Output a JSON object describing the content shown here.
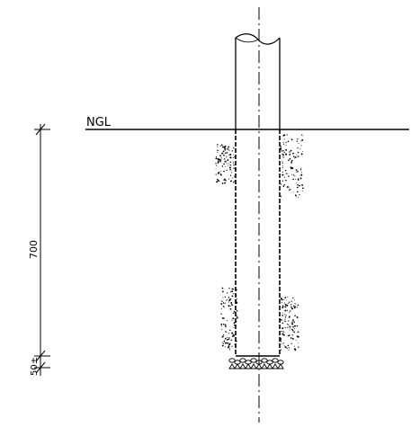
{
  "labels": {
    "ground_line": "NGL",
    "depth_dimension": "700",
    "base_dimension": "50±"
  },
  "colors": {
    "line": "#000000",
    "background": "#ffffff"
  }
}
